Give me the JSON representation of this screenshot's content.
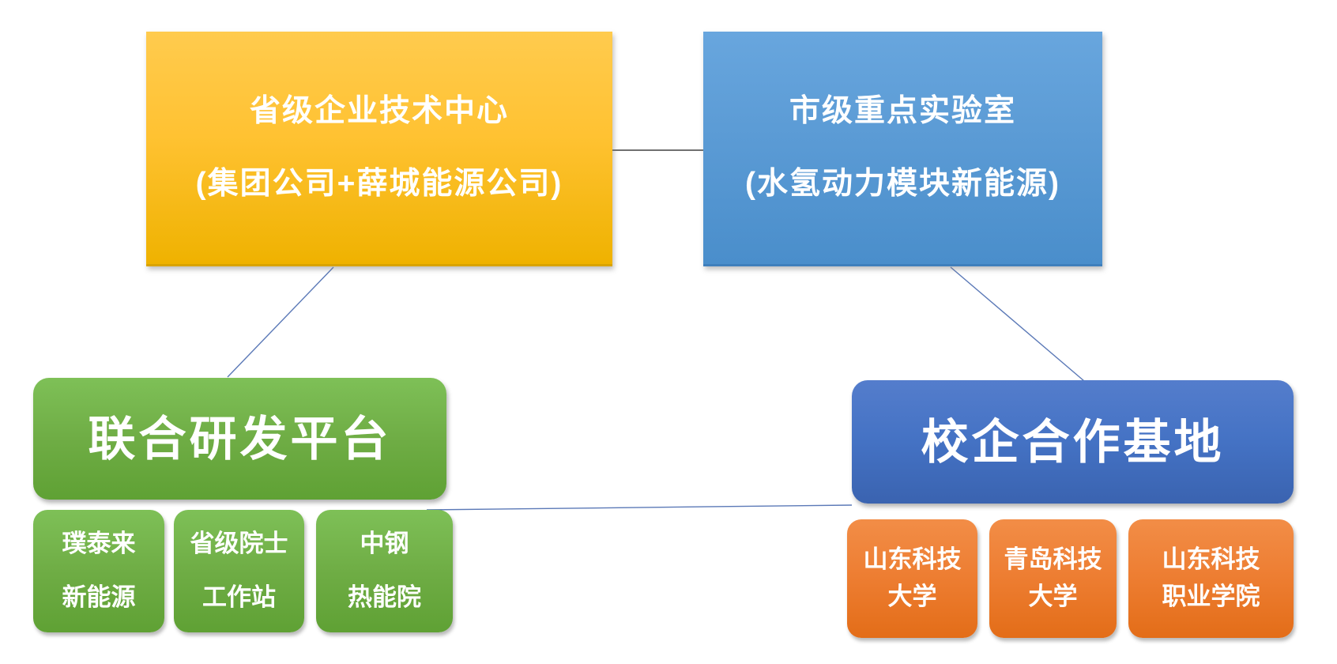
{
  "colors": {
    "tech_center_fill": "#FFC232",
    "key_lab_fill": "#5B9BD5",
    "rd_platform_fill": "#6FAD45",
    "coop_base_fill": "#4472C4",
    "school_fill": "#ED7D31",
    "connector_blue": "#5B79B7",
    "connector_dark": "#404040",
    "text": "#FFFFFF",
    "background": "#FFFFFF"
  },
  "nodes": {
    "tech_center": {
      "lines": [
        "省级企业技术中心",
        "(集团公司+薛城能源公司)"
      ]
    },
    "key_lab": {
      "lines": [
        "市级重点实验室",
        "(水氢动力模块新能源)"
      ]
    },
    "rd_platform": {
      "label": "联合研发平台"
    },
    "coop_base": {
      "label": "校企合作基地"
    },
    "rd_members": [
      {
        "lines": [
          "璞泰来",
          "新能源"
        ]
      },
      {
        "lines": [
          "省级院士",
          "工作站"
        ]
      },
      {
        "lines": [
          "中钢",
          "热能院"
        ]
      }
    ],
    "base_members": [
      {
        "lines": [
          "山东科技",
          "大学"
        ]
      },
      {
        "lines": [
          "青岛科技",
          "大学"
        ]
      },
      {
        "lines": [
          "山东科技",
          "职业学院"
        ]
      }
    ]
  }
}
